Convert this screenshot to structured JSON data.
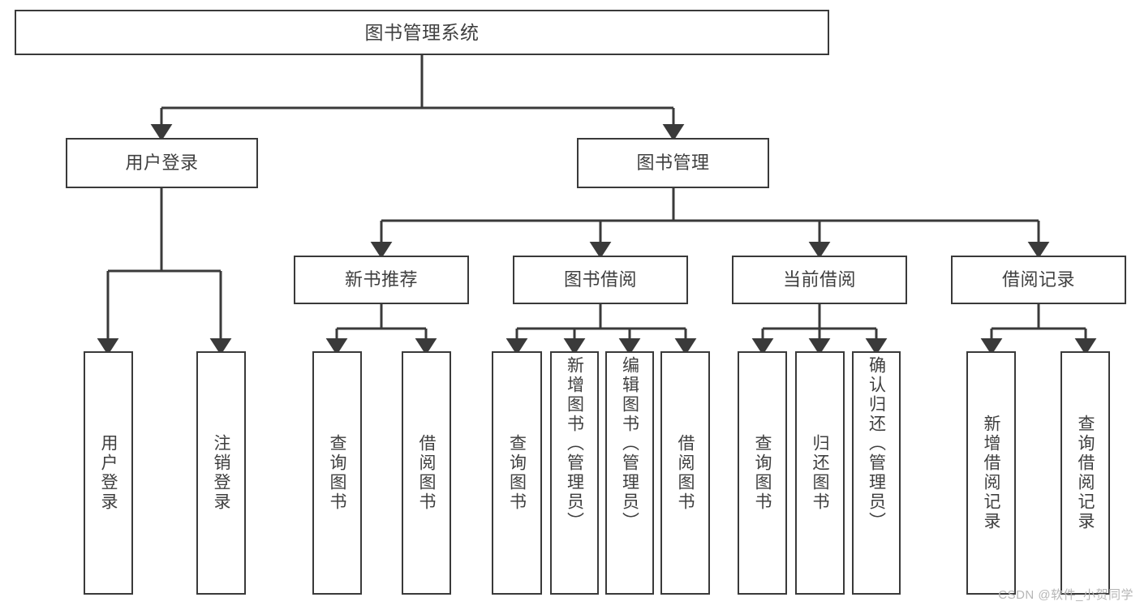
{
  "diagram": {
    "title": "图书管理系统",
    "type": "hierarchy-tree",
    "colors": {
      "box_border": "#3a3a3a",
      "box_fill": "#ffffff",
      "edge": "#3a3a3a",
      "text": "#3f3f3f",
      "watermark": "#b6b6b6"
    },
    "watermark": "CSDN @软件_小贺同学",
    "levels": {
      "level1": [
        {
          "id": "root",
          "label": "图书管理系统"
        }
      ],
      "level2": [
        {
          "id": "user-login",
          "label": "用户登录"
        },
        {
          "id": "book-manage",
          "label": "图书管理"
        }
      ],
      "level3": [
        {
          "id": "new-book-recommend",
          "label": "新书推荐"
        },
        {
          "id": "book-borrow",
          "label": "图书借阅"
        },
        {
          "id": "current-borrow",
          "label": "当前借阅"
        },
        {
          "id": "borrow-record",
          "label": "借阅记录"
        }
      ],
      "level4": [
        {
          "id": "leaf-user-login",
          "label": "用户登录",
          "parent": "user-login"
        },
        {
          "id": "leaf-logout-login",
          "label": "注销登录",
          "parent": "user-login"
        },
        {
          "id": "leaf-query-book-1",
          "label": "查询图书",
          "parent": "new-book-recommend"
        },
        {
          "id": "leaf-borrow-book-1",
          "label": "借阅图书",
          "parent": "new-book-recommend"
        },
        {
          "id": "leaf-query-book-2",
          "label": "查询图书",
          "parent": "book-borrow"
        },
        {
          "id": "leaf-add-book",
          "label": "新增图书（管理员）",
          "parent": "book-borrow"
        },
        {
          "id": "leaf-edit-book",
          "label": "编辑图书（管理员）",
          "parent": "book-borrow"
        },
        {
          "id": "leaf-borrow-book-2",
          "label": "借阅图书",
          "parent": "book-borrow"
        },
        {
          "id": "leaf-query-book-3",
          "label": "查询图书",
          "parent": "current-borrow"
        },
        {
          "id": "leaf-return-book",
          "label": "归还图书",
          "parent": "current-borrow"
        },
        {
          "id": "leaf-confirm-return",
          "label": "确认归还（管理员）",
          "parent": "current-borrow"
        },
        {
          "id": "leaf-add-record",
          "label": "新增借阅记录",
          "parent": "borrow-record"
        },
        {
          "id": "leaf-query-record",
          "label": "查询借阅记录",
          "parent": "borrow-record"
        }
      ]
    }
  }
}
